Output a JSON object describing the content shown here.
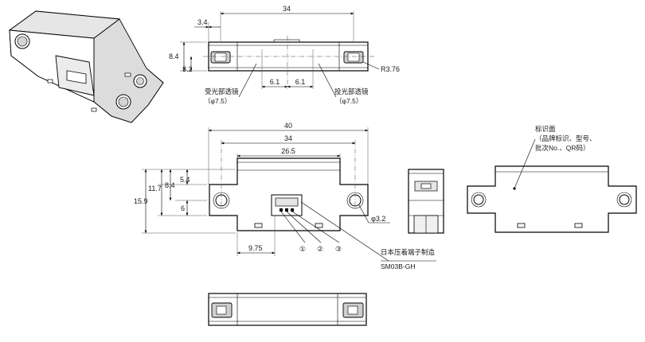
{
  "top_view": {
    "dim_width": "34",
    "dim_hole_offset": "3.4",
    "dim_height": "8.4",
    "dim_center": "3.2",
    "dim_left_gap": "6.1",
    "dim_right_gap": "6.1",
    "dim_radius": "R3.76",
    "label_receiver": "受光部透镜",
    "label_receiver_dia": "（φ7.5）",
    "label_emitter": "投光部透镜",
    "label_emitter_dia": "（φ7.5）"
  },
  "front_view": {
    "dim_total_width": "40",
    "dim_hole_pitch": "34",
    "dim_body_width": "26.5",
    "dim_total_height": "15.9",
    "dim_11_7": "11.7",
    "dim_8_4": "8.4",
    "dim_5_4": "5.4",
    "dim_6": "6",
    "dim_hole_dia": "φ3.2",
    "dim_connector_offset": "9.75",
    "pin1": "①",
    "pin2": "②",
    "pin3": "③",
    "connector_maker": "日本压着端子制造",
    "connector_part": "SM03B-GH"
  },
  "rear_view": {
    "label_line1": "标识面",
    "label_line2": "（品牌标识、型号、",
    "label_line3": "批次No.、QR码）"
  }
}
